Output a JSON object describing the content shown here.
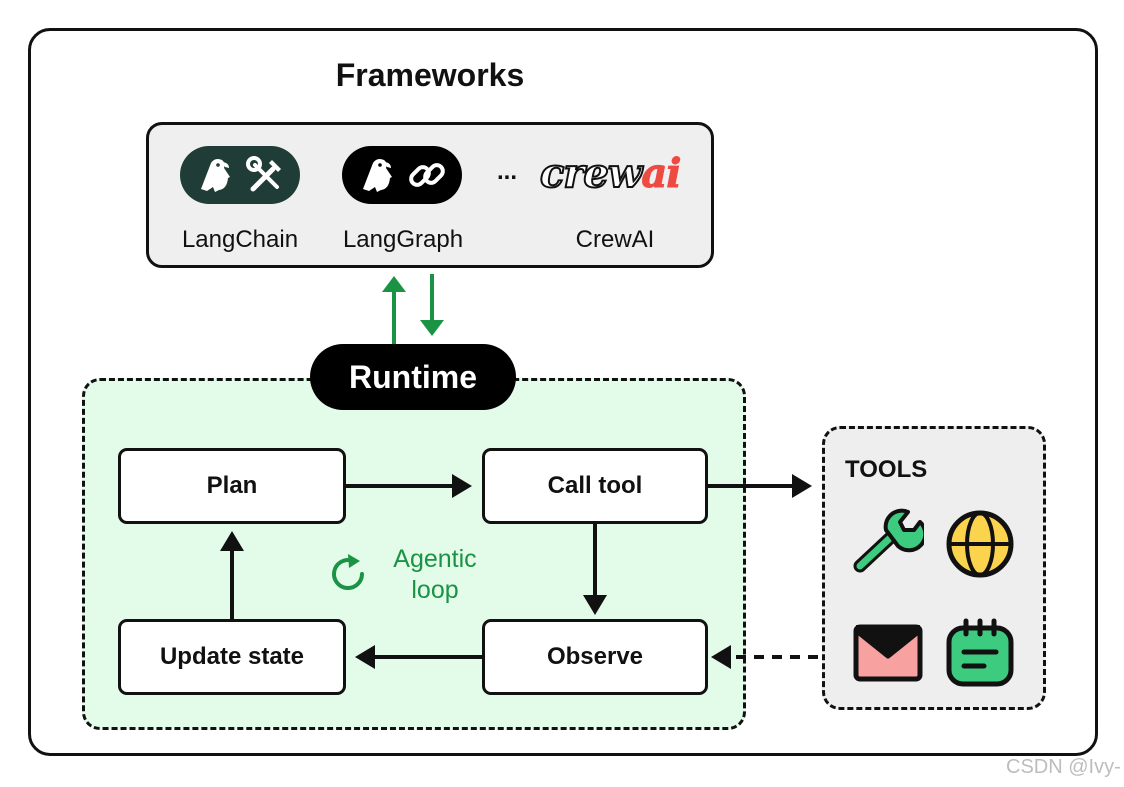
{
  "title": "Frameworks",
  "frameworks": [
    {
      "label": "LangChain"
    },
    {
      "label": "LangGraph"
    },
    {
      "label": "CrewAI",
      "logo_text": "crew",
      "logo_accent": "ai"
    }
  ],
  "ellipsis": "...",
  "runtime_label": "Runtime",
  "steps": {
    "plan": "Plan",
    "call_tool": "Call tool",
    "observe": "Observe",
    "update_state": "Update state"
  },
  "loop_label_line1": "Agentic",
  "loop_label_line2": "loop",
  "tools_label": "TOOLS",
  "tools": [
    {
      "icon": "wrench-icon"
    },
    {
      "icon": "globe-icon"
    },
    {
      "icon": "mail-icon"
    },
    {
      "icon": "notepad-icon"
    }
  ],
  "watermark": "CSDN @Ivy-",
  "colors": {
    "green_arrow": "#1a9444",
    "runtime_bg": "#e3fbe9",
    "langchain_pill": "#1f3d36",
    "crewai_accent": "#ee4a42"
  }
}
